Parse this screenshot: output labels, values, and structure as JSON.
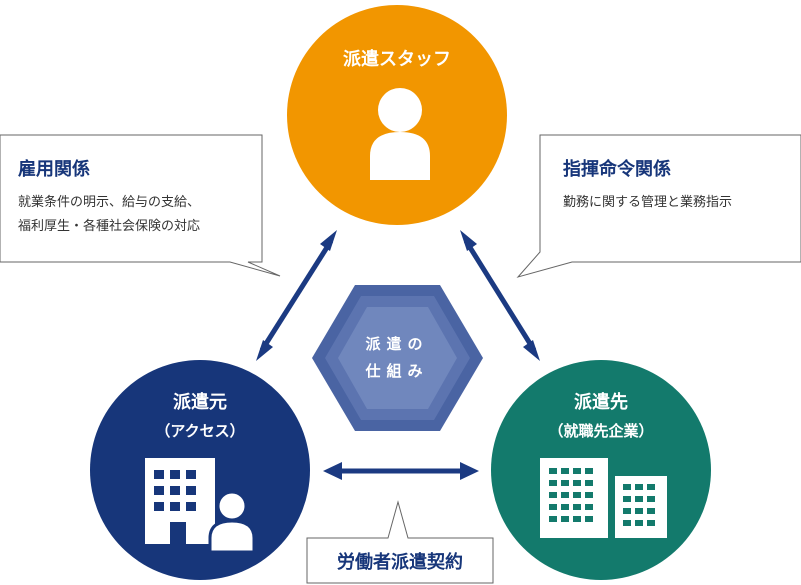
{
  "nodes": {
    "staff": {
      "title": "派遣スタッフ",
      "color": "#f29600"
    },
    "origin": {
      "title": "派遣元",
      "subtitle": "（アクセス）",
      "color": "#17367a"
    },
    "client": {
      "title": "派遣先",
      "subtitle": "（就職先企業）",
      "color": "#137a6c"
    }
  },
  "center": {
    "line1": "派遣の",
    "line2": "仕組み"
  },
  "callouts": {
    "employment": {
      "title": "雇用関係",
      "line1": "就業条件の明示、給与の支給、",
      "line2": "福利厚生・各種社会保険の対応"
    },
    "command": {
      "title": "指揮命令関係",
      "line1": "勤務に関する管理と業務指示"
    },
    "contract": {
      "title": "労働者派遣契約"
    }
  },
  "icons": {
    "staff": "person-icon",
    "origin": "office-building-with-person-icon",
    "client": "office-buildings-icon"
  },
  "colors": {
    "arrow": "#1b3a82",
    "title_text": "#17367a",
    "body_text": "#333333",
    "hexagon_outer": "#4a64a3",
    "hexagon_inner": "#7087bd"
  }
}
